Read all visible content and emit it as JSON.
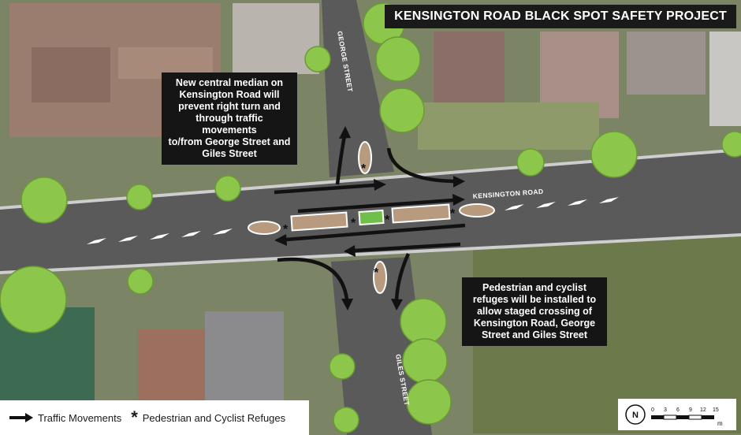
{
  "title": "KENSINGTON ROAD BLACK SPOT SAFETY PROJECT",
  "callouts": {
    "median": "New central median on\nKensington Road will\nprevent right turn and\nthrough traffic movements\nto/from George Street and\nGiles Street",
    "refuges": "Pedestrian and cyclist\nrefuges will be installed to\nallow staged crossing of\nKensington Road, George\nStreet and Giles Street"
  },
  "streets": {
    "george": "GEORGE STREET",
    "giles": "GILES STREET",
    "kensington": "KENSINGTON ROAD"
  },
  "legend": {
    "traffic": "Traffic Movements",
    "refuges": "Pedestrian and Cyclist Refuges",
    "refuge_symbol": "*"
  },
  "scale": {
    "north": "N",
    "unit": "m",
    "ticks": [
      "0",
      "3",
      "6",
      "9",
      "12",
      "15"
    ]
  },
  "colors": {
    "road": "#5a5a5a",
    "median": "#b89a7e",
    "grass": "#6fbf4a",
    "tree": "#8cc64a",
    "arrow": "#111111"
  }
}
